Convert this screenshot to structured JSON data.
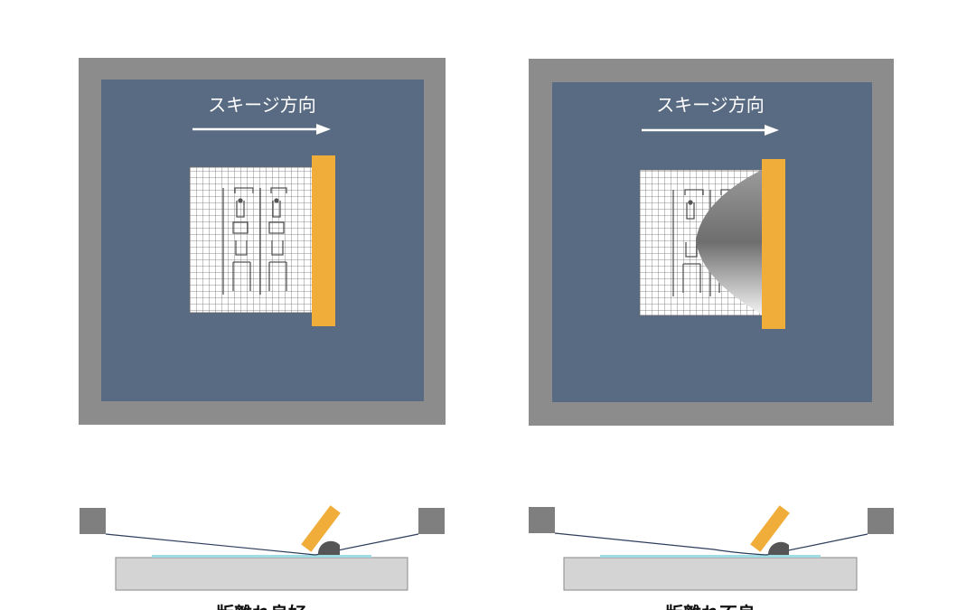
{
  "panels": [
    {
      "id": "left",
      "direction_label": "スキージ方向",
      "caption": "版離れ良好",
      "peel_condition": "good"
    },
    {
      "id": "right",
      "direction_label": "スキージ方向",
      "caption": "版離れ不良",
      "peel_condition": "poor"
    }
  ],
  "colors": {
    "frame": "#8c8c8c",
    "screen": "#596b82",
    "squeegee": "#f0ad3a",
    "arrow": "#ffffff",
    "mesh_background": "#ffffff",
    "mesh_line": "#555555",
    "substrate": "#d4d4d4",
    "substrate_border": "#8a8a8a",
    "print_layer": "#9fdce3",
    "paste": "#555555",
    "side_block": "#7f7f7f",
    "screen_line": "#2e3d5c"
  }
}
